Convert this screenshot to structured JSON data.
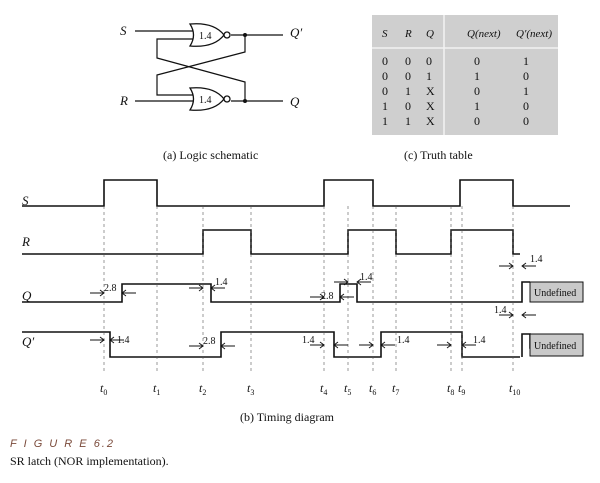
{
  "schematic": {
    "input_s": "S",
    "input_r": "R",
    "output_q_prime": "Q′",
    "output_q": "Q",
    "gate_delay_top": "1.4",
    "gate_delay_bottom": "1.4",
    "caption": "(a)  Logic schematic"
  },
  "truth_table": {
    "headers": [
      "S",
      "R",
      "Q",
      "Q(next)",
      "Q′(next)"
    ],
    "rows": [
      [
        "0",
        "0",
        "0",
        "0",
        "1"
      ],
      [
        "0",
        "0",
        "1",
        "1",
        "0"
      ],
      [
        "0",
        "1",
        "X",
        "0",
        "1"
      ],
      [
        "1",
        "0",
        "X",
        "1",
        "0"
      ],
      [
        "1",
        "1",
        "X",
        "0",
        "0"
      ]
    ],
    "caption": "(c)  Truth table"
  },
  "timing": {
    "signal_labels": [
      "S",
      "R",
      "Q",
      "Q′"
    ],
    "time_labels": [
      "0",
      "1",
      "2",
      "3",
      "4",
      "5",
      "6",
      "7",
      "8",
      "9",
      "10"
    ],
    "delay_labels": [
      "2.8",
      "1.4",
      "1.4",
      "2.8",
      "1.4",
      "1.4",
      "2.8",
      "1.4",
      "1.4",
      "1.4",
      "1.4",
      "1.4"
    ],
    "undefined_q": "Undefined",
    "undefined_q_prime": "Undefined",
    "caption": "(b)  Timing diagram"
  },
  "figure": {
    "label": "F I G U R E   6.2",
    "caption": "SR latch (NOR implementation)."
  }
}
